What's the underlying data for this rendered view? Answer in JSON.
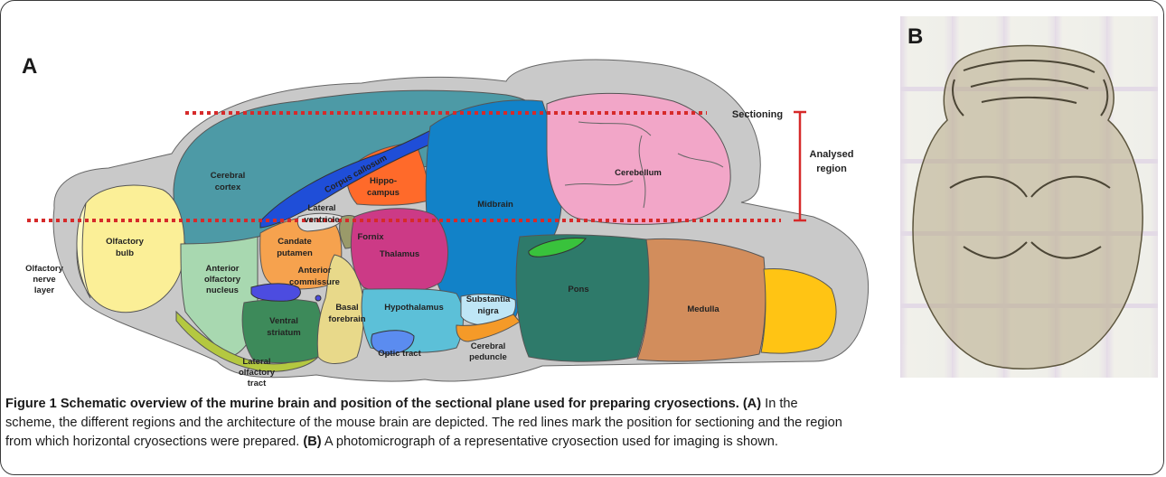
{
  "panel_a": "A",
  "panel_b": "B",
  "regions": {
    "olfactory_bulb": [
      "Olfactory",
      "bulb"
    ],
    "olfactory_nerve_layer": [
      "Olfactory",
      "nerve",
      "layer"
    ],
    "anterior_olfactory_nucleus": [
      "Anterior",
      "olfactory",
      "nucleus"
    ],
    "cerebral_cortex": [
      "Cerebral",
      "cortex"
    ],
    "corpus_callosum": "Corpus callosum",
    "hippocampus": [
      "Hippo-",
      "campus"
    ],
    "lateral_ventricle": [
      "Lateral",
      "ventricle"
    ],
    "candate_putamen": [
      "Candate",
      "putamen"
    ],
    "fornix": "Fornix",
    "thalamus": "Thalamus",
    "midbrain": "Midbrain",
    "cerebellum": "Cerebellum",
    "anterior_commissure": [
      "Anterior",
      "commissure"
    ],
    "basal_forebrain": [
      "Basal",
      "forebrain"
    ],
    "hypothalamus": "Hypothalamus",
    "substantia_nigra": [
      "Substantia",
      "nigra"
    ],
    "pons": "Pons",
    "medulla": "Medulla",
    "ventral_striatum": [
      "Ventral",
      "striatum"
    ],
    "lateral_olfactory_tract": [
      "Lateral",
      "olfactory",
      "tract"
    ],
    "optic_tract": "Optic tract",
    "cerebral_peduncle": [
      "Cerebral",
      "peduncle"
    ]
  },
  "annotations": {
    "sectioning": "Sectioning",
    "analysed_region": [
      "Analysed",
      "region"
    ]
  },
  "colors": {
    "section_line": "#d62a2a",
    "outline_gray": "#c9c9c9",
    "cortex": "#4d9aa6",
    "corpus_callosum": "#1f4ed8",
    "hippocampus": "#ff6a2a",
    "midbrain": "#1282c8",
    "cerebellum": "#f2a6c8",
    "thalamus": "#cc3a86",
    "olfactory_bulb": "#fbef97",
    "candate_putamen": "#f6a24e",
    "hypothalamus": "#5cc0d8",
    "pons": "#2e7a6a",
    "medulla": "#d28d5c",
    "posterior_medulla": "#ffc414",
    "ventral_striatum": "#3d8a5a",
    "basal_forebrain": "#e8d98a",
    "anterior_olfactory_nucleus": "#a8d8b0",
    "substantia_nigra": "#bfe6f6"
  },
  "caption": {
    "bold_lead": "Figure 1 Schematic overview of the murine brain and position of the sectional plane used for preparing cryosections.",
    "tag_a": "(A)",
    "line1_tail": "In the",
    "line2": "scheme, the different regions and the architecture of the mouse brain are depicted. The red lines mark the position for sectioning and the region",
    "line3_head": "from which horizontal cryosections were prepared.",
    "tag_b": "(B)",
    "line3_tail": "A photomicrograph of a representative cryosection used for imaging is shown."
  }
}
